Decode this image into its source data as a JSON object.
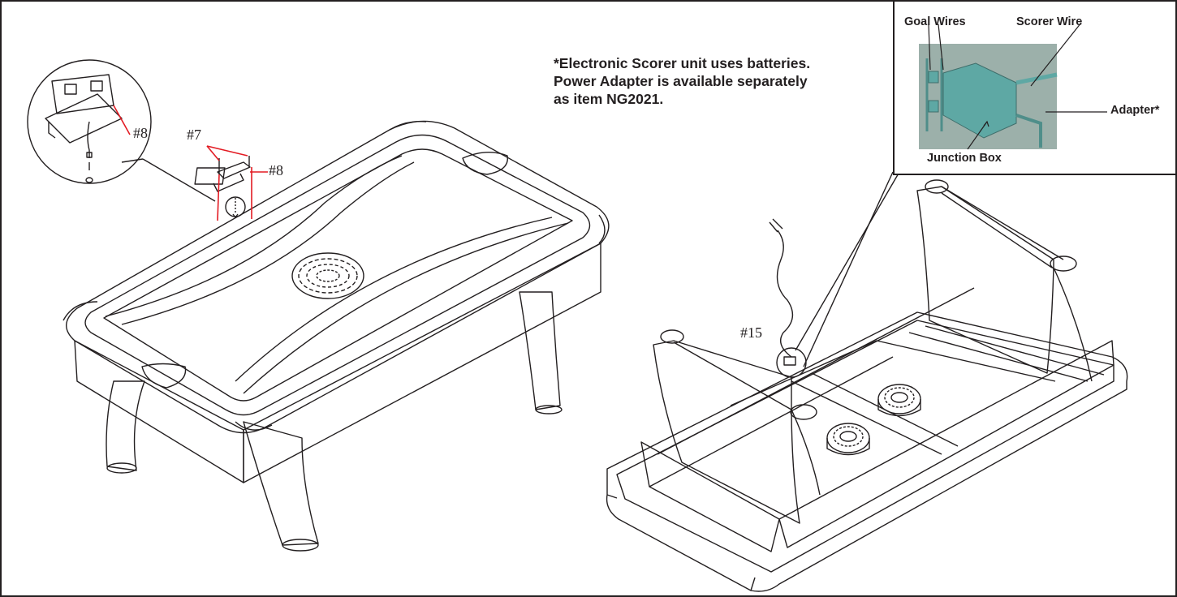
{
  "note": {
    "line1": "*Electronic Scorer unit uses batteries.",
    "line2": "Power Adapter is available separately",
    "line3": "as item NG2021."
  },
  "inset": {
    "goal_wires": "Goal Wires",
    "scorer_wire": "Scorer Wire",
    "adapter": "Adapter*",
    "junction_box": "Junction Box"
  },
  "parts": {
    "p7": "#7",
    "p8_detail": "#8",
    "p8_main": "#8",
    "p15": "#15"
  },
  "colors": {
    "line": "#231f20",
    "callout": "#e31b23",
    "photo_box": "#5ea8a4",
    "photo_bg": "#9cb0aa"
  }
}
